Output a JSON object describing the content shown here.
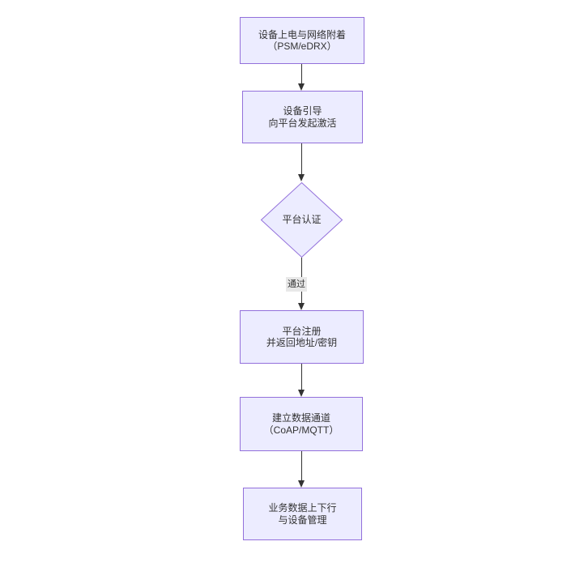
{
  "theme": {
    "background": "#ffffff",
    "node_fill": "#ECECFF",
    "node_border": "#9370DB",
    "arrow_color": "#333333",
    "text_color": "#333333",
    "edge_label_bg": "#e8e8e8"
  },
  "diagram": {
    "type": "flowchart",
    "direction": "top-to-bottom",
    "description": "NB-IoT device-to-platform connection flow"
  },
  "nodes": [
    {
      "id": "power-attach",
      "shape": "rectangle",
      "line1": "设备上电与网络附着",
      "line2": "（PSM/eDRX）"
    },
    {
      "id": "bootstrap",
      "shape": "rectangle",
      "line1": "设备引导",
      "line2": "向平台发起激活"
    },
    {
      "id": "platform-auth",
      "shape": "diamond",
      "line1": "平台认证"
    },
    {
      "id": "register",
      "shape": "rectangle",
      "line1": "平台注册",
      "line2": "并返回地址/密钥"
    },
    {
      "id": "data-channel",
      "shape": "rectangle",
      "line1": "建立数据通道",
      "line2": "（CoAP/MQTT）"
    },
    {
      "id": "business",
      "shape": "rectangle",
      "line1": "业务数据上下行",
      "line2": "与设备管理"
    }
  ],
  "edges": [
    {
      "from": "power-attach",
      "to": "bootstrap",
      "label": ""
    },
    {
      "from": "bootstrap",
      "to": "platform-auth",
      "label": ""
    },
    {
      "from": "platform-auth",
      "to": "register",
      "label": "通过"
    },
    {
      "from": "register",
      "to": "data-channel",
      "label": ""
    },
    {
      "from": "data-channel",
      "to": "business",
      "label": ""
    }
  ]
}
